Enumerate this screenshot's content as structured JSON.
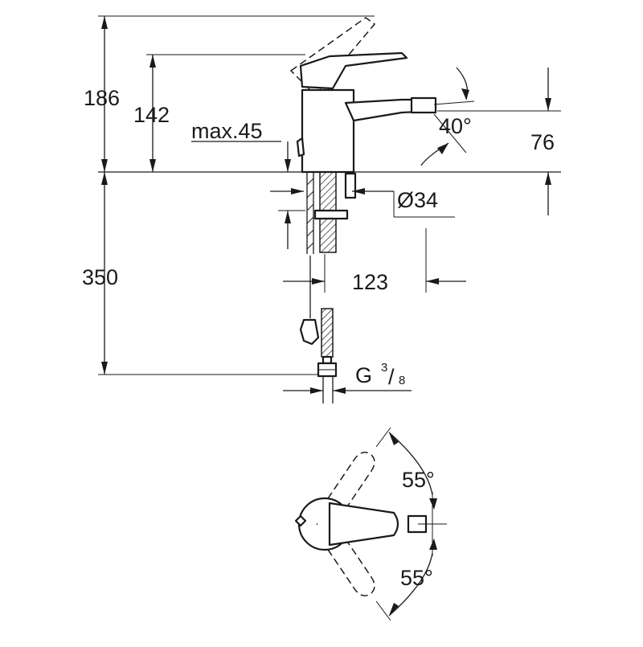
{
  "side_view": {
    "dimensions": {
      "total_height": "186",
      "spout_height": "142",
      "max_deck_thickness": "max.45",
      "angle_spout": "40°",
      "outlet_height": "76",
      "hole_diameter": "Ø34",
      "supply_length": "350",
      "projection": "123",
      "connection_main": "G",
      "connection_num": "3",
      "connection_den": "8"
    }
  },
  "top_view": {
    "dimensions": {
      "rotation_upper": "55°",
      "rotation_lower": "55°"
    }
  }
}
